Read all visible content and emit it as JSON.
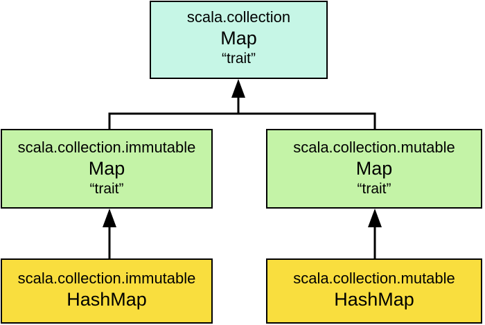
{
  "colors": {
    "trait_fill_root": "#c6f6e6",
    "trait_fill_sub": "#c4f3a7",
    "class_fill": "#f9de3e",
    "line": "#000000"
  },
  "nodes": {
    "root": {
      "package": "scala.collection",
      "name": "Map",
      "kind": "“trait”"
    },
    "immutable_map": {
      "package": "scala.collection.immutable",
      "name": "Map",
      "kind": "“trait”"
    },
    "mutable_map": {
      "package": "scala.collection.mutable",
      "name": "Map",
      "kind": "“trait”"
    },
    "immutable_hashmap": {
      "package": "scala.collection.immutable",
      "name": "HashMap"
    },
    "mutable_hashmap": {
      "package": "scala.collection.mutable",
      "name": "HashMap"
    }
  }
}
